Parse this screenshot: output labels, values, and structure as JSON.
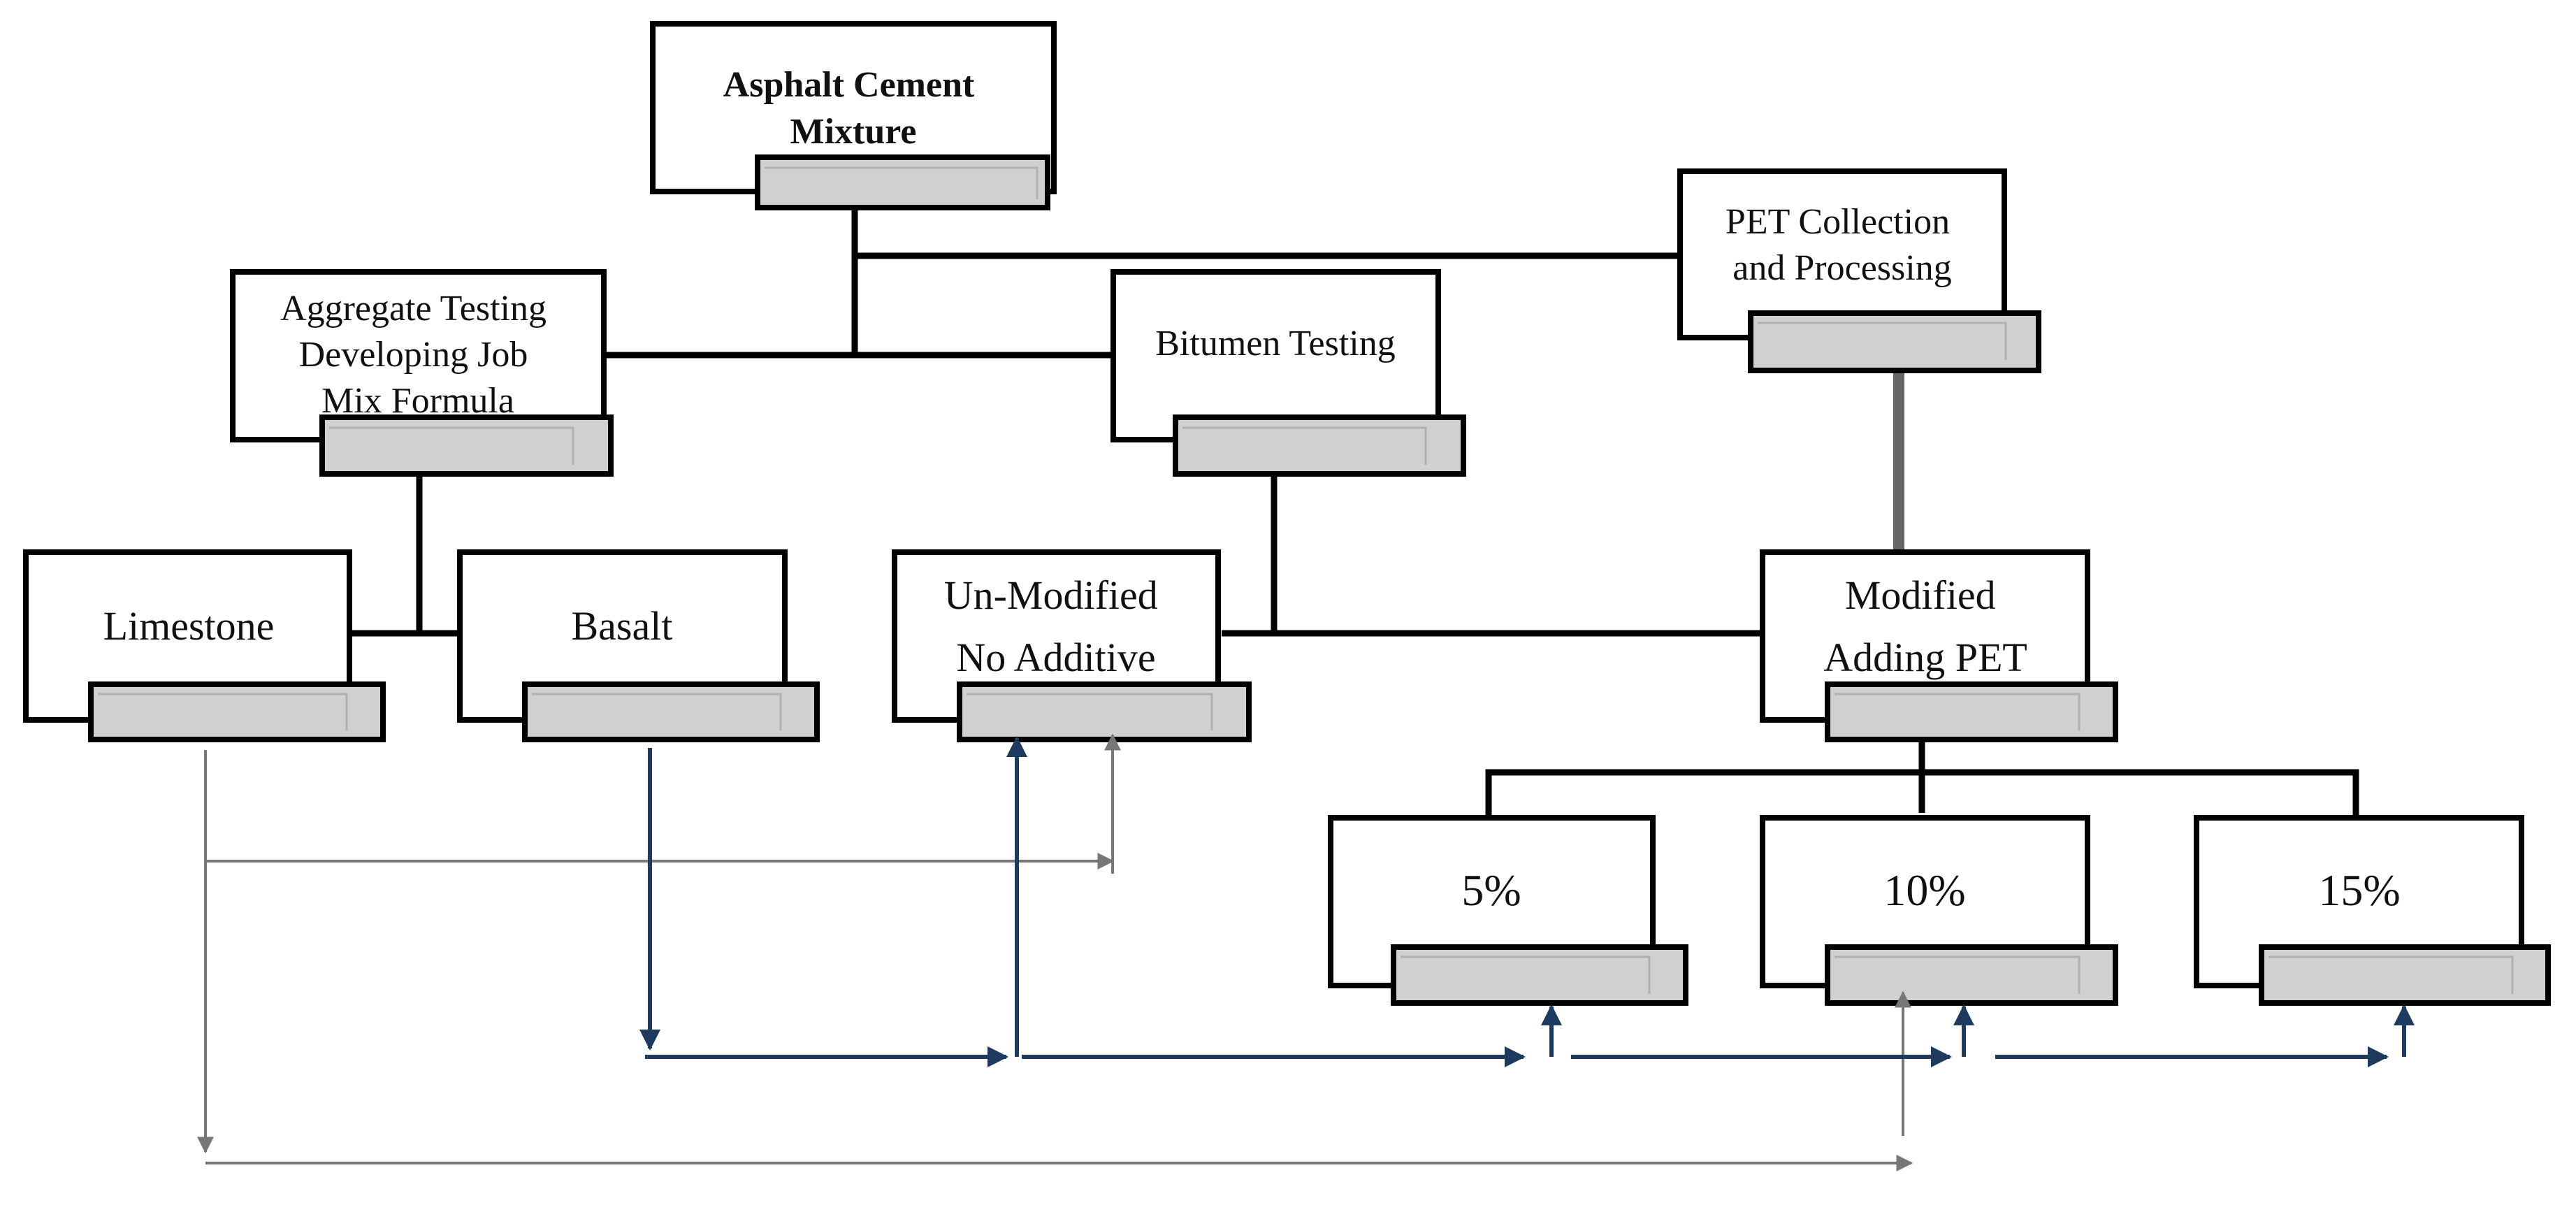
{
  "colors": {
    "box_border": "#000000",
    "box_fill": "#ffffff",
    "tab_fill": "#d0d0d0",
    "connector_grey": "#777777",
    "connector_navy": "#1f3a5f"
  },
  "nodes": {
    "asphalt": [
      "Asphalt Cement",
      "Mixture"
    ],
    "pet_collection": [
      "PET Collection",
      "and Processing"
    ],
    "aggregate": [
      "Aggregate Testing",
      "Developing Job",
      "Mix Formula"
    ],
    "bitumen": [
      "Bitumen Testing"
    ],
    "limestone": [
      "Limestone"
    ],
    "basalt": [
      "Basalt"
    ],
    "unmodified": [
      "Un-Modified",
      "No Additive"
    ],
    "modified": [
      "Modified",
      "Adding PET"
    ],
    "pct5": [
      "5%"
    ],
    "pct10": [
      "10%"
    ],
    "pct15": [
      "15%"
    ]
  }
}
